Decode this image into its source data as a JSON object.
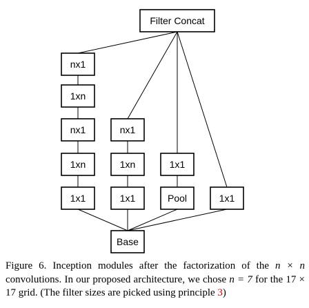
{
  "nodes": [
    {
      "id": "concat",
      "label": "Filter Concat"
    },
    {
      "id": "c1r5",
      "label": "nx1"
    },
    {
      "id": "c1r4",
      "label": "1xn"
    },
    {
      "id": "c1r3",
      "label": "nx1"
    },
    {
      "id": "c1r2",
      "label": "1xn"
    },
    {
      "id": "c1r1",
      "label": "1x1"
    },
    {
      "id": "c2r3",
      "label": "nx1"
    },
    {
      "id": "c2r2",
      "label": "1xn"
    },
    {
      "id": "c2r1",
      "label": "1x1"
    },
    {
      "id": "c3r2",
      "label": "1x1"
    },
    {
      "id": "c3r1",
      "label": "Pool"
    },
    {
      "id": "c4r1",
      "label": "1x1"
    },
    {
      "id": "base",
      "label": "Base"
    }
  ],
  "edges": [
    {
      "from": "base",
      "to": "c1r1"
    },
    {
      "from": "c1r1",
      "to": "c1r2"
    },
    {
      "from": "c1r2",
      "to": "c1r3"
    },
    {
      "from": "c1r3",
      "to": "c1r4"
    },
    {
      "from": "c1r4",
      "to": "c1r5"
    },
    {
      "from": "c1r5",
      "to": "concat"
    },
    {
      "from": "base",
      "to": "c2r1"
    },
    {
      "from": "c2r1",
      "to": "c2r2"
    },
    {
      "from": "c2r2",
      "to": "c2r3"
    },
    {
      "from": "c2r3",
      "to": "concat"
    },
    {
      "from": "base",
      "to": "c3r1"
    },
    {
      "from": "c3r1",
      "to": "c3r2"
    },
    {
      "from": "c3r2",
      "to": "concat"
    },
    {
      "from": "base",
      "to": "c4r1"
    },
    {
      "from": "c4r1",
      "to": "concat"
    }
  ],
  "caption": {
    "p1": "Figure 6. Inception modules after the factorization of the ",
    "m1": "n × n",
    "p2": " convolutions. In our proposed architecture, we chose ",
    "m2": "n = 7",
    "p3": " for the ",
    "m3": "17 × 17",
    "p4": " grid. (The filter sizes are picked using principle ",
    "ref": "3",
    "p5": ")"
  }
}
